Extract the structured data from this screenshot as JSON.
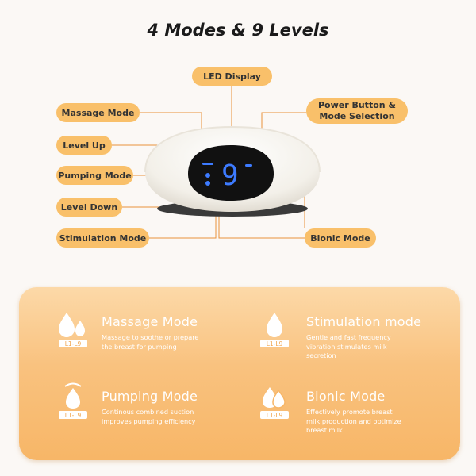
{
  "title": "4 Modes & 9 Levels",
  "labels": {
    "led_display": "LED Display",
    "massage_mode": "Massage Mode",
    "power_button": "Power Button &\nMode Selection",
    "level_up": "Level Up",
    "pumping_mode": "Pumping Mode",
    "level_down": "Level Down",
    "stimulation_mode": "Stimulation Mode",
    "bionic_mode": "Bionic Mode"
  },
  "display": {
    "digit": "9"
  },
  "modes": [
    {
      "name": "Massage Mode",
      "desc": "Massage to soothe or prepare\nthe breast for pumping",
      "level_badge": "L1-L9",
      "icon": "two-drops-icon"
    },
    {
      "name": "Stimulation mode",
      "desc": "Gentle and fast frequency\nvibration stimulates milk\nsecretion",
      "level_badge": "L1-L9",
      "icon": "single-drop-icon"
    },
    {
      "name": "Pumping Mode",
      "desc": "Continous combined suction\nimproves pumping efficiency",
      "level_badge": "L1-L9",
      "icon": "drop-with-arc-icon"
    },
    {
      "name": "Bionic Mode",
      "desc": "Effectively promote breast\nmilk production and optimize\nbreast milk.",
      "level_badge": "L1-L9",
      "icon": "overlapping-drops-icon"
    }
  ],
  "colors": {
    "accent": "#f9c06a",
    "panel": "#f9c27f",
    "led": "#3d7bff"
  }
}
